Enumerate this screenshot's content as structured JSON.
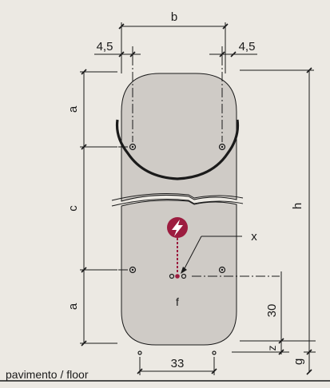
{
  "labels": {
    "b": "b",
    "left_margin": "4,5",
    "right_margin": "4,5",
    "a_top": "a",
    "c": "c",
    "a_bottom": "a",
    "h": "h",
    "x": "x",
    "f": "f",
    "dim_30": "30",
    "z": "z",
    "g": "g",
    "dim_33": "33",
    "floor": "pavimento / floor"
  },
  "colors": {
    "background": "#ece9e3",
    "body_fill": "#cfcbc6",
    "outline": "#1a1a1a",
    "accent": "#9c1c3f"
  },
  "icons": {
    "power_symbol": "lightning-bolt-icon"
  }
}
